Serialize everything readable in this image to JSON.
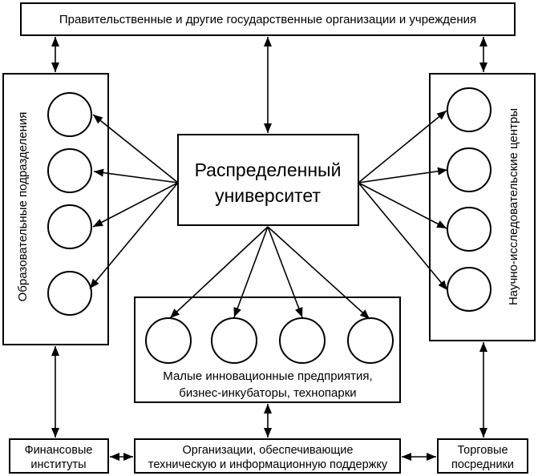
{
  "top_box": {
    "label": "Правительственные и другие государственные организации и учреждения"
  },
  "left_box": {
    "label": "Образовательные подразделения"
  },
  "right_box": {
    "label": "Научно-исследовательские центры"
  },
  "center_box": {
    "lines": [
      "Распределенный",
      "университет"
    ]
  },
  "innovation_box": {
    "lines": [
      "Малые инновационные предприятия,",
      "бизнес-инкубаторы, технопарки"
    ]
  },
  "finance_box": {
    "lines": [
      "Финансовые",
      "институты"
    ]
  },
  "support_box": {
    "lines": [
      "Организации, обеспечивающие",
      "техническую и информационную поддержку"
    ]
  },
  "trade_box": {
    "lines": [
      "Торговые",
      "посредники"
    ]
  }
}
